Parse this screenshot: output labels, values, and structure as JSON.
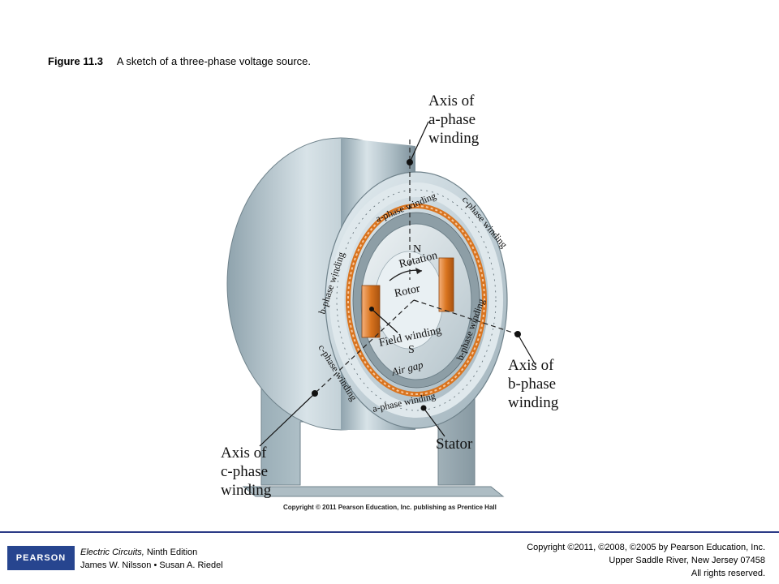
{
  "caption": {
    "figure_number": "Figure 11.3",
    "text": "A sketch of a three-phase voltage source."
  },
  "labels": {
    "axis_a": [
      "Axis of",
      "a-phase",
      "winding"
    ],
    "axis_b": [
      "Axis of",
      "b-phase",
      "winding"
    ],
    "axis_c": [
      "Axis of",
      "c-phase",
      "winding"
    ],
    "stator": "Stator",
    "rotor": "Rotor",
    "rotation": "Rotation",
    "north": "N",
    "south": "S",
    "field_winding": "Field winding",
    "air_gap": "Air gap",
    "ring_a_top": "a-phase winding",
    "ring_a_bottom": "a-phase winding",
    "ring_b_left": "b-phase winding",
    "ring_b_right": "b-phase winding",
    "ring_c_top": "c-phase winding",
    "ring_c_bottom": "c-phase winding"
  },
  "art_copyright": "Copyright © 2011 Pearson Education, Inc. publishing as Prentice Hall",
  "footer": {
    "logo_text": "PEARSON",
    "book_title": "Electric Circuits,",
    "book_edition": "Ninth Edition",
    "authors": "James W. Nilsson • Susan A. Riedel",
    "copyright_line1": "Copyright ©2011, ©2008, ©2005 by Pearson Education, Inc.",
    "copyright_line2": "Upper Saddle River, New Jersey 07458",
    "copyright_line3": "All rights reserved."
  },
  "colors": {
    "footer_rule": "#2b3a86",
    "logo_bg": "#27458f",
    "copper": "#d9741f",
    "steel": "#b8c7cf"
  }
}
